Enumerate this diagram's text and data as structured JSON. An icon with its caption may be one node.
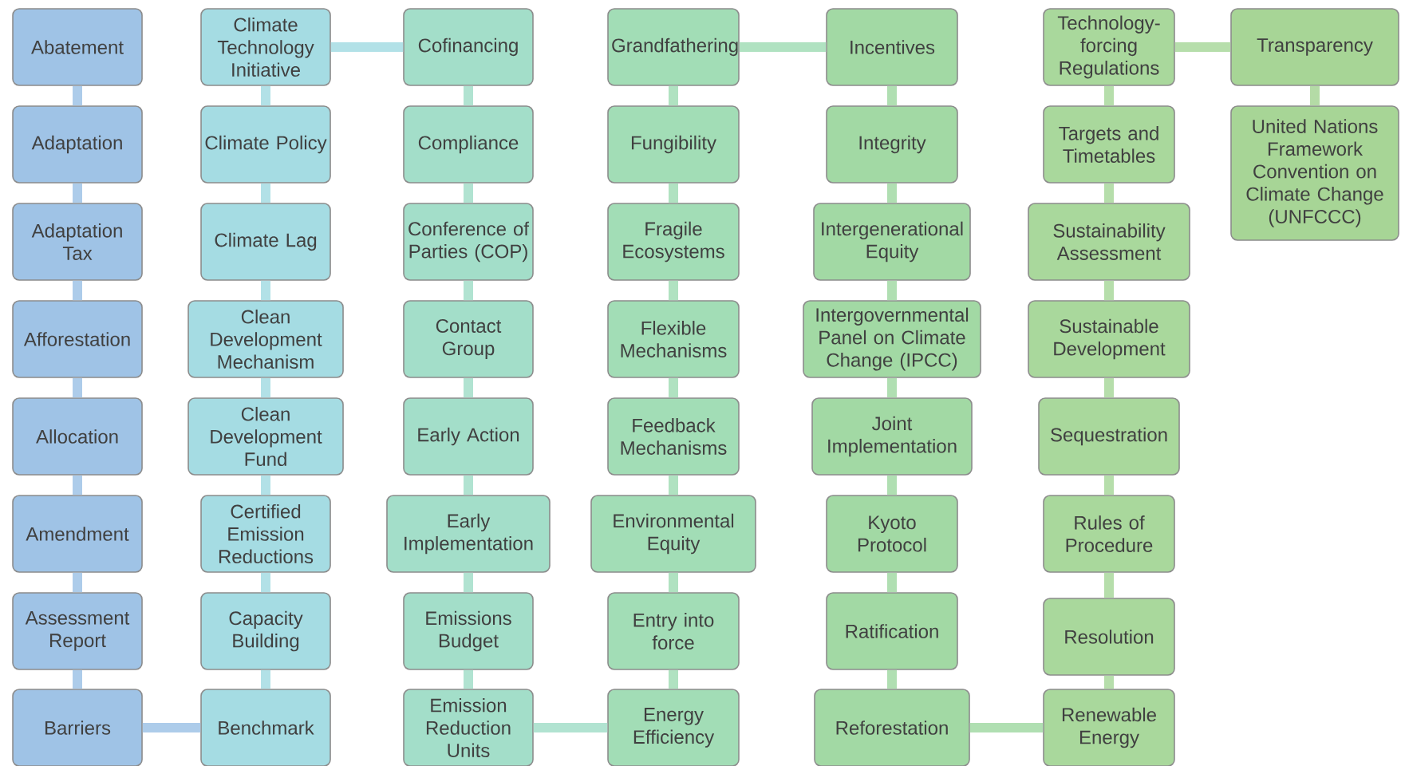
{
  "diagram": {
    "nodes": [
      {
        "text": [
          "Abatement"
        ]
      },
      {
        "text": [
          "Adaptation"
        ]
      },
      {
        "text": [
          "Adaptation Tax"
        ]
      },
      {
        "text": [
          "Afforestation"
        ]
      },
      {
        "text": [
          "Allocation"
        ]
      },
      {
        "text": [
          "Amendment"
        ]
      },
      {
        "text": [
          "Assessment Report"
        ]
      },
      {
        "text": [
          "Barriers"
        ]
      },
      {
        "text": [
          "Climate Technology Initiative"
        ]
      },
      {
        "text": [
          "Climate Policy"
        ]
      },
      {
        "text": [
          "Climate Lag"
        ]
      },
      {
        "text": [
          "Clean Development Mechanism"
        ]
      },
      {
        "text": [
          "Clean Development Fund"
        ]
      },
      {
        "text": [
          "Certified Emission Reductions"
        ]
      },
      {
        "text": [
          "Capacity Building"
        ]
      },
      {
        "text": [
          "Benchmark"
        ]
      },
      {
        "text": [
          "Cofinancing"
        ]
      },
      {
        "text": [
          "Compliance"
        ]
      },
      {
        "text": [
          "Conference of Parties (COP)"
        ]
      },
      {
        "text": [
          "Contact Group"
        ]
      },
      {
        "text": [
          "Early Action"
        ]
      },
      {
        "text": [
          "Early Implementation"
        ]
      },
      {
        "text": [
          "Emissions Budget"
        ]
      },
      {
        "text": [
          "Emission Reduction Units"
        ]
      },
      {
        "text": [
          "Grandfathering"
        ]
      },
      {
        "text": [
          "Fungibility"
        ]
      },
      {
        "text": [
          "Fragile Ecosystems"
        ]
      },
      {
        "text": [
          "Flexible Mechanisms"
        ]
      },
      {
        "text": [
          "Feedback Mechanisms"
        ]
      },
      {
        "text": [
          "Environmental Equity"
        ]
      },
      {
        "text": [
          "Entry into force"
        ]
      },
      {
        "text": [
          "Energy Efficiency"
        ]
      },
      {
        "text": [
          "Incentives"
        ]
      },
      {
        "text": [
          "Integrity"
        ]
      },
      {
        "text": [
          "Intergenerational Equity"
        ]
      },
      {
        "text": [
          "Intergovernmental Panel on Climate Change (IPCC)"
        ]
      },
      {
        "text": [
          "Joint Implementation"
        ]
      },
      {
        "text": [
          "Kyoto Protocol"
        ]
      },
      {
        "text": [
          "Ratification"
        ]
      },
      {
        "text": [
          "Reforestation"
        ]
      },
      {
        "text": [
          "Technology-forcing Regulations"
        ]
      },
      {
        "text": [
          "Targets and Timetables"
        ]
      },
      {
        "text": [
          "Sustainability Assessment"
        ]
      },
      {
        "text": [
          "Sustainable Development"
        ]
      },
      {
        "text": [
          "Sequestration"
        ]
      },
      {
        "text": [
          "Rules of Procedure"
        ]
      },
      {
        "text": [
          "Resolution"
        ]
      },
      {
        "text": [
          "Renewable Energy"
        ]
      },
      {
        "text": [
          "Transparency"
        ]
      },
      {
        "text": [
          "United Nations Framework Convention on Climate Change (UNFCCC)"
        ]
      }
    ],
    "edges": [
      {
        "from": 0,
        "to": 1,
        "arrow": "none"
      },
      {
        "from": 1,
        "to": 2,
        "arrow": "none"
      },
      {
        "from": 2,
        "to": 3,
        "arrow": "none"
      },
      {
        "from": 3,
        "to": 4,
        "arrow": "none"
      },
      {
        "from": 4,
        "to": 5,
        "arrow": "none"
      },
      {
        "from": 5,
        "to": 6,
        "arrow": "none"
      },
      {
        "from": 6,
        "to": 7,
        "arrow": "none"
      },
      {
        "from": 7,
        "to": 15,
        "arrow": "none"
      },
      {
        "from": 15,
        "to": 14,
        "arrow": "none"
      },
      {
        "from": 14,
        "to": 13,
        "arrow": "none"
      },
      {
        "from": 13,
        "to": 12,
        "arrow": "none"
      },
      {
        "from": 12,
        "to": 11,
        "arrow": "none"
      },
      {
        "from": 11,
        "to": 10,
        "arrow": "none"
      },
      {
        "from": 10,
        "to": 9,
        "arrow": "none"
      },
      {
        "from": 9,
        "to": 8,
        "arrow": "none"
      },
      {
        "from": 8,
        "to": 16,
        "arrow": "none"
      },
      {
        "from": 16,
        "to": 17,
        "arrow": "none"
      },
      {
        "from": 17,
        "to": 18,
        "arrow": "none"
      },
      {
        "from": 18,
        "to": 19,
        "arrow": "none"
      },
      {
        "from": 19,
        "to": 20,
        "arrow": "none"
      },
      {
        "from": 20,
        "to": 21,
        "arrow": "none"
      },
      {
        "from": 21,
        "to": 22,
        "arrow": "none"
      },
      {
        "from": 22,
        "to": 23,
        "arrow": "none"
      },
      {
        "from": 23,
        "to": 31,
        "arrow": "none"
      },
      {
        "from": 31,
        "to": 30,
        "arrow": "none"
      },
      {
        "from": 30,
        "to": 29,
        "arrow": "none"
      },
      {
        "from": 29,
        "to": 28,
        "arrow": "none"
      },
      {
        "from": 28,
        "to": 27,
        "arrow": "none"
      },
      {
        "from": 27,
        "to": 26,
        "arrow": "none"
      },
      {
        "from": 26,
        "to": 25,
        "arrow": "none"
      },
      {
        "from": 25,
        "to": 24,
        "arrow": "none"
      },
      {
        "from": 24,
        "to": 32,
        "arrow": "none"
      },
      {
        "from": 32,
        "to": 33,
        "arrow": "none"
      },
      {
        "from": 33,
        "to": 34,
        "arrow": "none"
      },
      {
        "from": 34,
        "to": 35,
        "arrow": "none"
      },
      {
        "from": 35,
        "to": 36,
        "arrow": "none"
      },
      {
        "from": 36,
        "to": 37,
        "arrow": "none"
      },
      {
        "from": 37,
        "to": 38,
        "arrow": "none"
      },
      {
        "from": 38,
        "to": 39,
        "arrow": "none"
      },
      {
        "from": 39,
        "to": 47,
        "arrow": "none"
      },
      {
        "from": 47,
        "to": 46,
        "arrow": "none"
      },
      {
        "from": 46,
        "to": 45,
        "arrow": "none"
      },
      {
        "from": 45,
        "to": 44,
        "arrow": "none"
      },
      {
        "from": 44,
        "to": 43,
        "arrow": "none"
      },
      {
        "from": 43,
        "to": 42,
        "arrow": "none"
      },
      {
        "from": 42,
        "to": 41,
        "arrow": "none"
      },
      {
        "from": 41,
        "to": 40,
        "arrow": "none"
      },
      {
        "from": 40,
        "to": 48,
        "arrow": "none"
      },
      {
        "from": 48,
        "to": 49,
        "arrow": "none"
      }
    ]
  }
}
